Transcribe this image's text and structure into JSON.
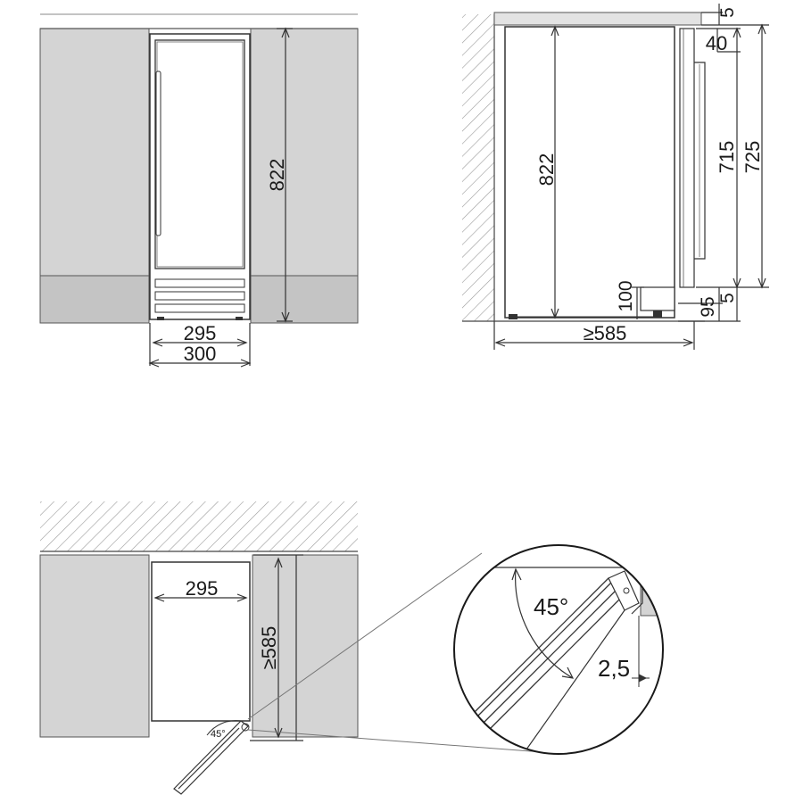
{
  "front_view": {
    "height": "822",
    "inner_width": "295",
    "outer_width": "300"
  },
  "side_view": {
    "height": "822",
    "top_gap": "5",
    "door_offset": "40",
    "door_height": "715",
    "total_height": "725",
    "bottom_gap": "5",
    "plinth": "95",
    "foot_height": "100",
    "depth": "≥585"
  },
  "top_view": {
    "width": "295",
    "depth": "≥585",
    "door_angle": "45°"
  },
  "detail_view": {
    "angle": "45°",
    "gap": "2,5"
  },
  "colors": {
    "cabinet_gray": "#d4d4d4",
    "plinth_gray": "#c8c8c8",
    "line": "#3a3a3a"
  }
}
